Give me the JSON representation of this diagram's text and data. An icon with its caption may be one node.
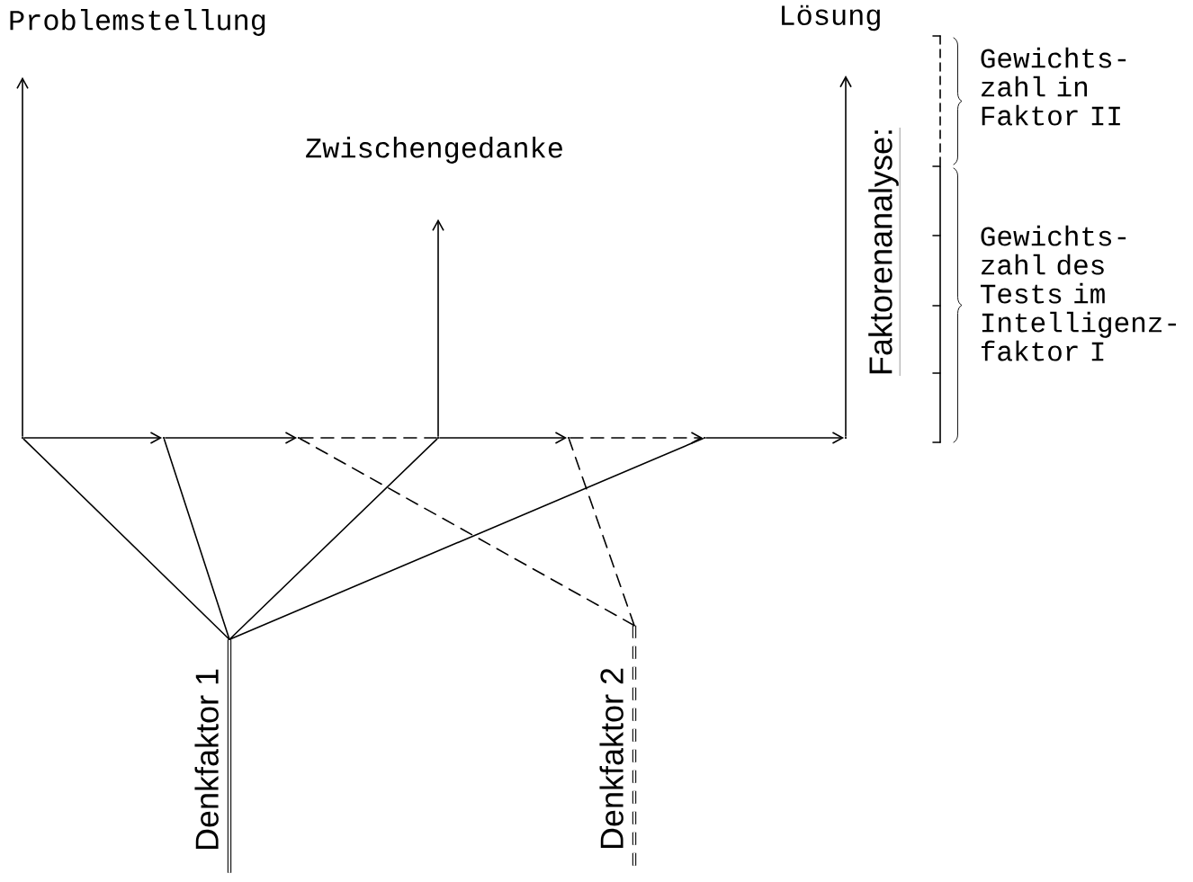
{
  "diagram": {
    "nodes": [
      {
        "text": [
          "Problemstellung"
        ]
      },
      {
        "text": [
          "Zwischengedanke"
        ]
      },
      {
        "text": [
          "Lösung"
        ]
      },
      {
        "text": [],
        "shape": "point"
      },
      {
        "text": [],
        "shape": "point"
      },
      {
        "text": [],
        "shape": "point"
      },
      {
        "text": [],
        "shape": "point"
      },
      {
        "text": [],
        "shape": "point"
      },
      {
        "text": [],
        "shape": "point"
      },
      {
        "text": [],
        "shape": "point"
      },
      {
        "text": [
          "Denkfaktor 1"
        ]
      },
      {
        "text": [
          "Denkfaktor 2"
        ]
      }
    ],
    "edges": [
      {
        "from": 3,
        "to": 0,
        "arrow": "to"
      },
      {
        "from": 6,
        "to": 1,
        "arrow": "to"
      },
      {
        "from": 9,
        "to": 2,
        "arrow": "to"
      },
      {
        "from": 3,
        "to": 4,
        "arrow": "to"
      },
      {
        "from": 4,
        "to": 5,
        "arrow": "to"
      },
      {
        "from": 5,
        "to": 6,
        "arrow": "none",
        "style": "dashed"
      },
      {
        "from": 6,
        "to": 7,
        "arrow": "to"
      },
      {
        "from": 7,
        "to": 8,
        "arrow": "to",
        "style": "dashed"
      },
      {
        "from": 8,
        "to": 9,
        "arrow": "to"
      },
      {
        "from": 10,
        "to": 3,
        "arrow": "none"
      },
      {
        "from": 10,
        "to": 4,
        "arrow": "none"
      },
      {
        "from": 10,
        "to": 6,
        "arrow": "none"
      },
      {
        "from": 10,
        "to": 8,
        "arrow": "none"
      },
      {
        "from": 11,
        "to": 5,
        "arrow": "none",
        "style": "dashed"
      },
      {
        "from": 11,
        "to": 7,
        "arrow": "none",
        "style": "dashed"
      }
    ],
    "labels": [
      "Faktorenanalyse:",
      "Gewichts- zahl in Faktor II",
      "Gewichts- zahl des Tests im Intelligenz- faktor I"
    ]
  }
}
